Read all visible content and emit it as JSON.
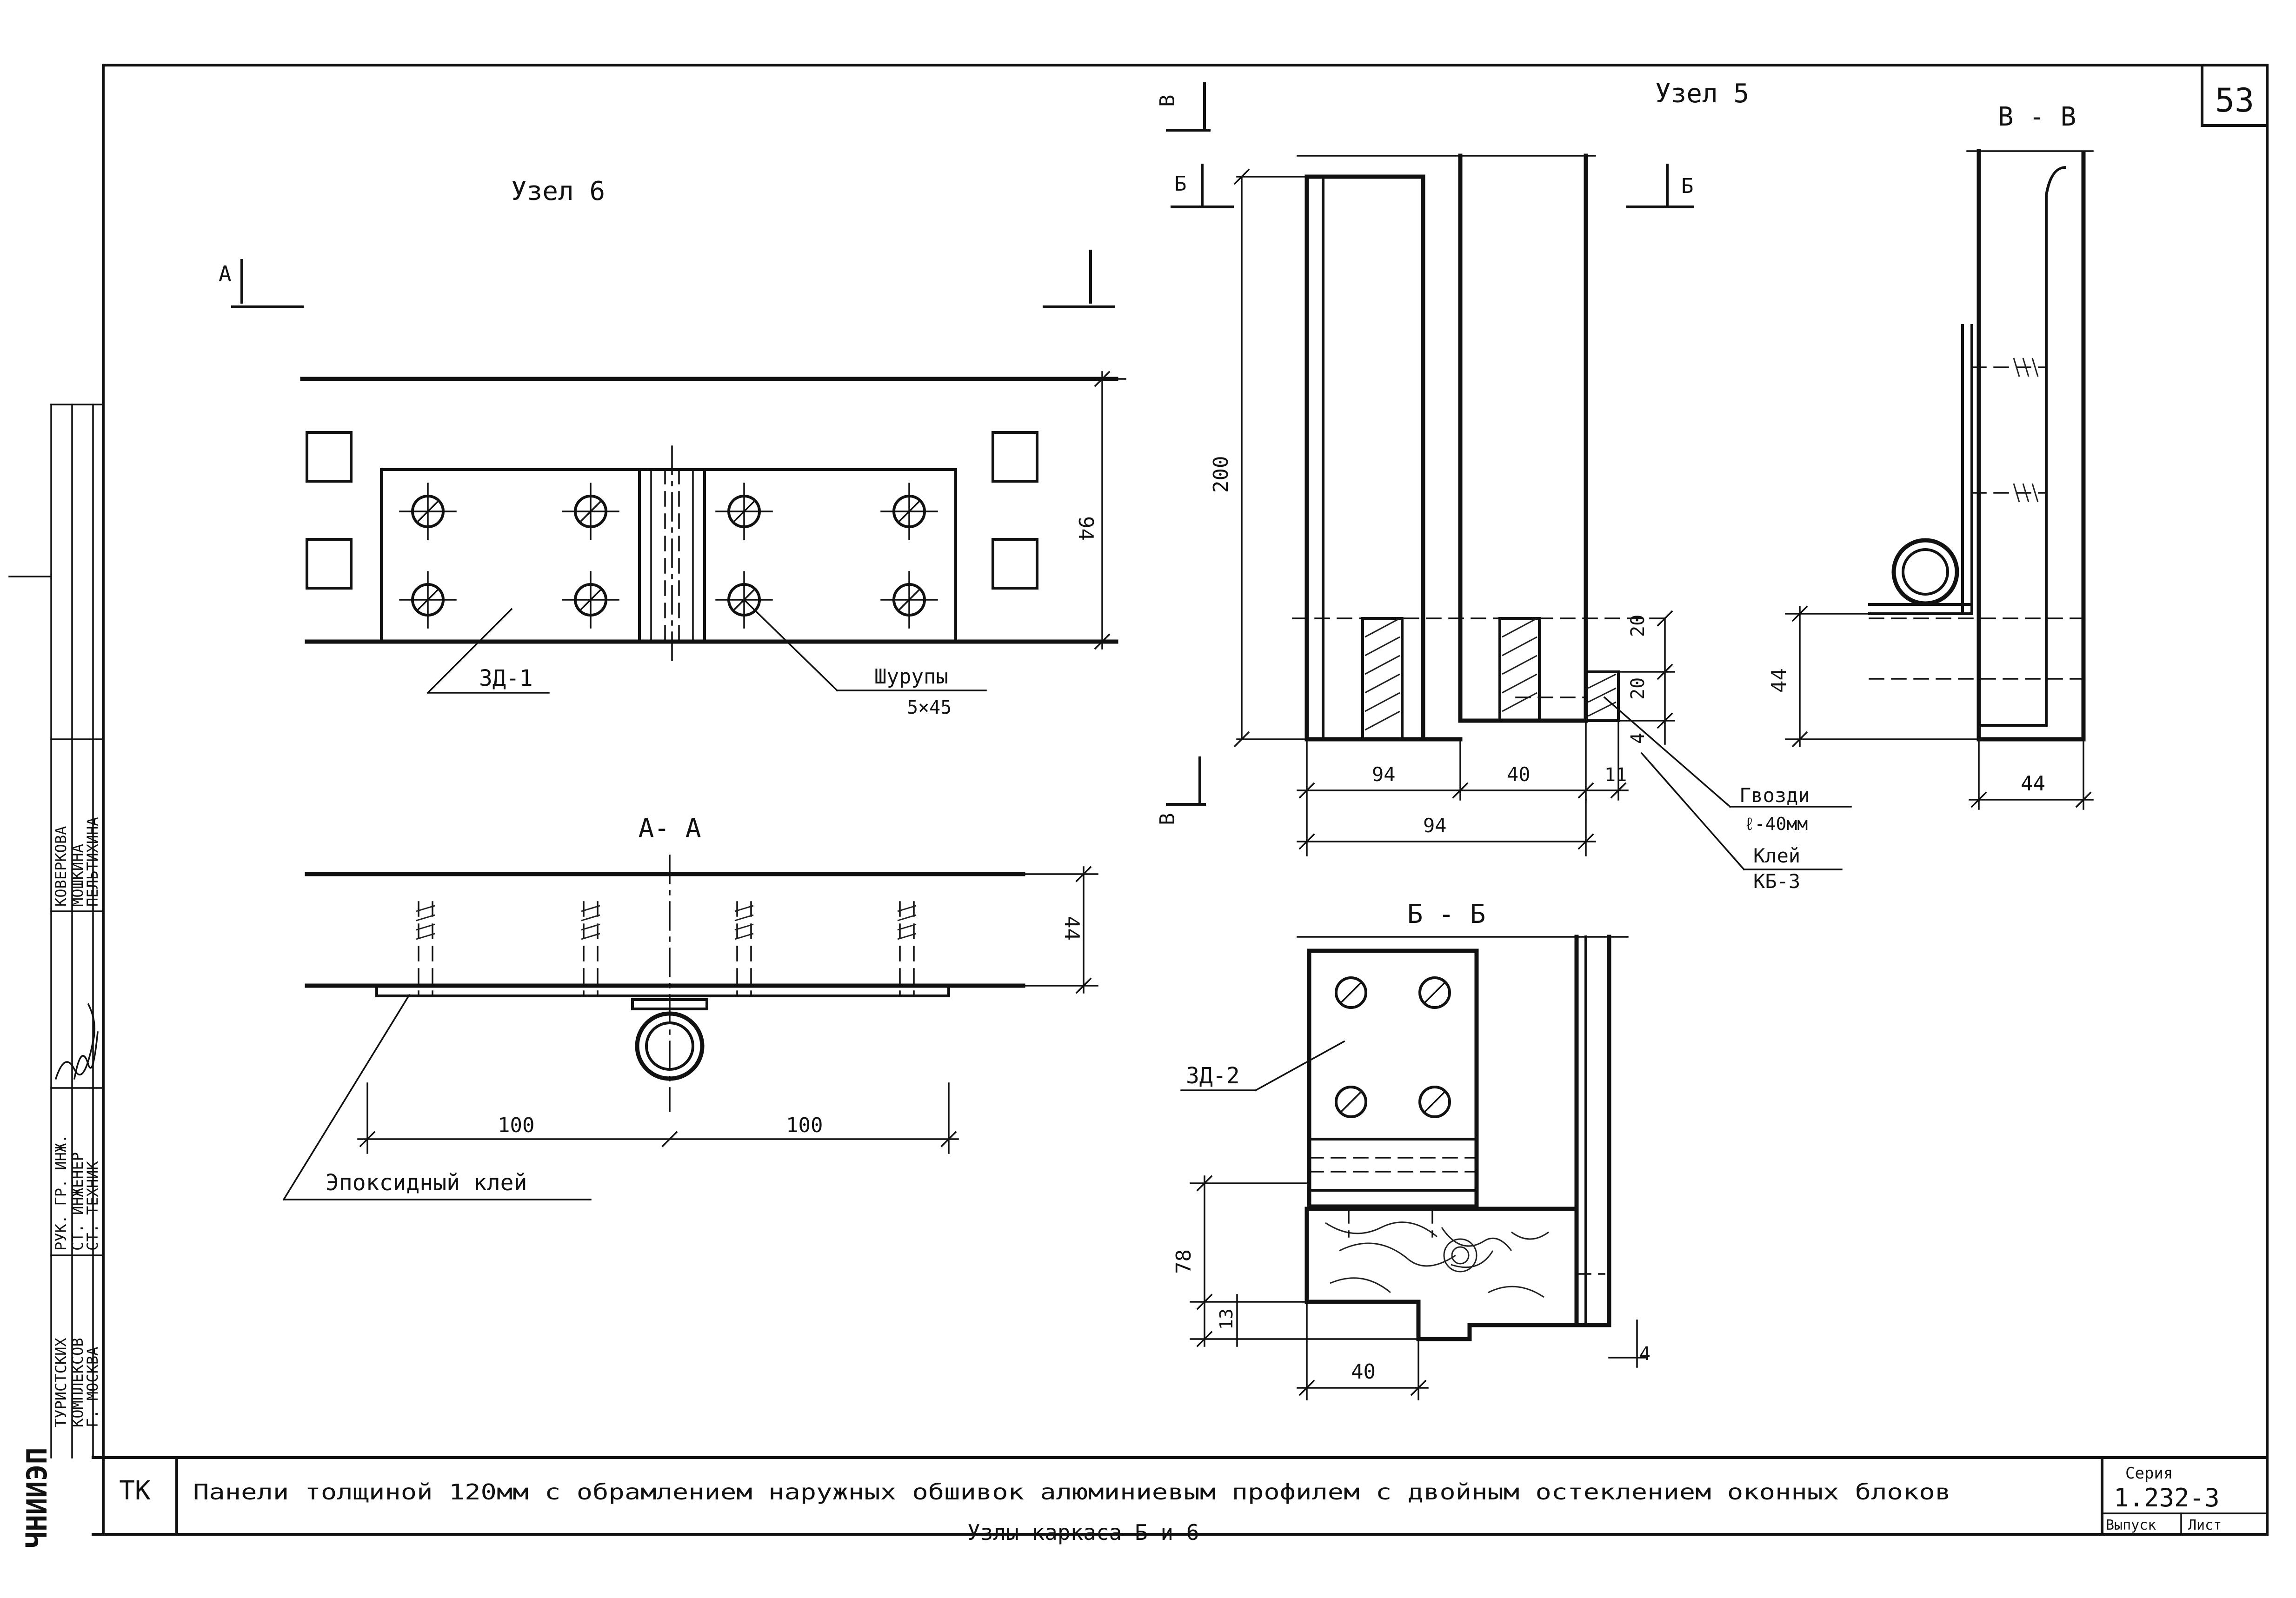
{
  "sheet": {
    "page_number": "53",
    "logo_text": "ЧНИИЭП",
    "org_lines": [
      "ТУРИСТСКИХ",
      "КОМПЛЕКСОВ",
      "Г. МОСКВА"
    ],
    "roles": [
      "РУК. ГР. ИНЖ.",
      "СТ. ИНЖЕНЕР",
      "СТ. ТЕХНИК"
    ],
    "names": [
      "КОВЕРКОВА",
      "МОШКИНА",
      "ПЕЛЬТИХИНА"
    ],
    "doc_code": "ТК",
    "description": "Панели толщиной 120мм с обрамлением наружных обшивок алюминиевым профилем с двойным остеклением оконных блоков",
    "bottom_caption": "Узлы каркаса Б и 6",
    "series_label": "Серия",
    "series_value": "1.232-3",
    "issue_label": "Выпуск",
    "sheet_label": "Лист"
  },
  "views": {
    "uzel6": {
      "title": "Узел 6",
      "cut_marks": [
        "А"
      ],
      "labels": {
        "part": "ЗД-1",
        "screws": "Шурупы",
        "screws_size": "5×45"
      },
      "dims": {
        "height": "94"
      }
    },
    "section_aa": {
      "title": "А- А",
      "dims": {
        "height": "44",
        "left": "100",
        "right": "100"
      },
      "labels": {
        "glue": "Эпоксидный клей"
      }
    },
    "uzel5": {
      "title": "Узел 5",
      "cut_marks": [
        "В",
        "Б",
        "Б",
        "В"
      ],
      "dims": {
        "height": "200",
        "d20a": "20",
        "d20b": "20",
        "d4": "4",
        "w94a": "94",
        "w40": "40",
        "w11": "11",
        "w94b": "94"
      },
      "labels": {
        "nails": "Гвозди",
        "nails_size": "ℓ-40мм",
        "glue": "Клей",
        "glue_type": "КБ-3"
      }
    },
    "section_vv": {
      "title": "В - В",
      "dims": {
        "height": "44",
        "width": "44"
      }
    },
    "section_bb": {
      "title": "Б - Б",
      "dims": {
        "height": "78",
        "notch": "13",
        "width": "40",
        "small": "4"
      },
      "labels": {
        "part": "ЗД-2"
      }
    }
  }
}
